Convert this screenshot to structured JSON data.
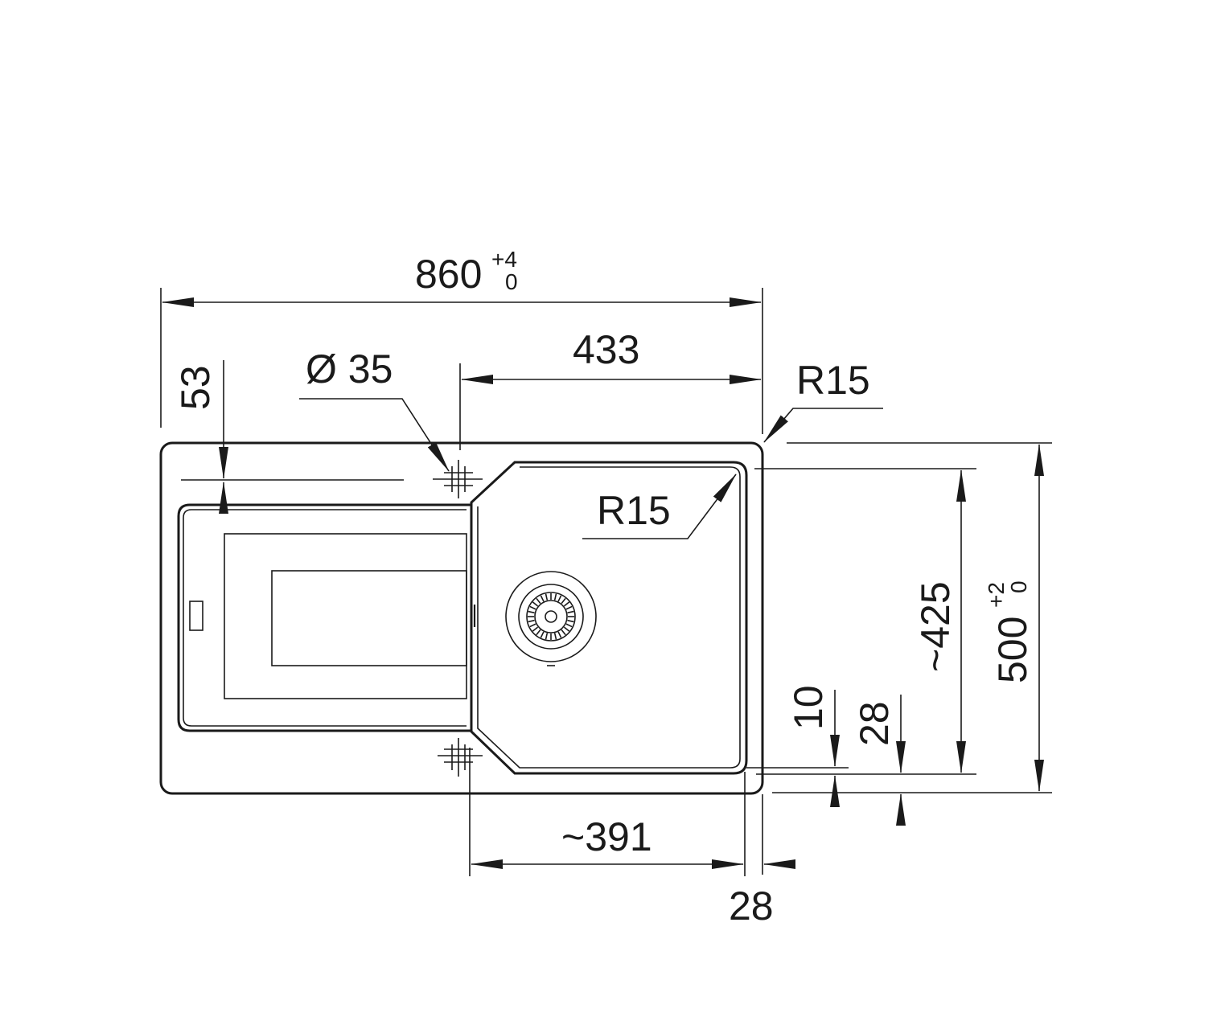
{
  "dimensions": {
    "overall_width": {
      "value": "860",
      "tol_upper": "+4",
      "tol_lower": "0"
    },
    "bowl_right_width": "433",
    "drainer_offset": "53",
    "tap_hole": "Ø 35",
    "corner_radius_outer": "R15",
    "corner_radius_bowl": "R15",
    "bowl_depth": "~425",
    "overall_depth": {
      "value": "500",
      "tol_upper": "+2",
      "tol_lower": "0"
    },
    "bottom_rim_10": "10",
    "bottom_rim_28": "28",
    "bowl_bottom_width": "~391",
    "right_rim": "28"
  },
  "colors": {
    "line": "#1a1a1a",
    "background": "#ffffff"
  }
}
